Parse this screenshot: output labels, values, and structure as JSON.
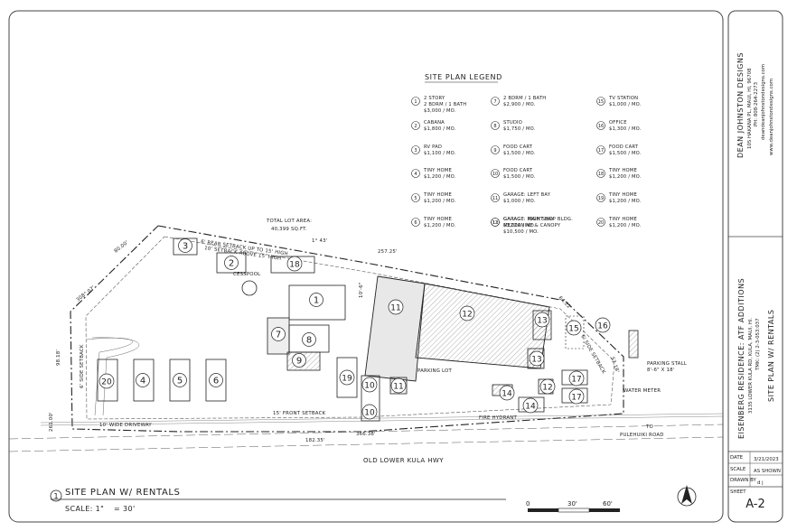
{
  "legend": {
    "title": "SITE PLAN LEGEND",
    "items": [
      {
        "num": "1",
        "lines": [
          "2 STORY",
          "2 BDRM / 1 BATH",
          "$3,000 / MO."
        ]
      },
      {
        "num": "2",
        "lines": [
          "CABANA",
          "$1,800 / MO."
        ]
      },
      {
        "num": "3",
        "lines": [
          "RV PAD",
          "$1,100 / MO."
        ]
      },
      {
        "num": "4",
        "lines": [
          "TINY HOME",
          "$1,200 / MO."
        ]
      },
      {
        "num": "5",
        "lines": [
          "TINY HOME",
          "$1,200 / MO."
        ]
      },
      {
        "num": "6",
        "lines": [
          "TINY HOME",
          "$1,200 / MO."
        ]
      },
      {
        "num": "7",
        "lines": [
          "2 BDRM / 1 BATH",
          "$2,900 / MO."
        ]
      },
      {
        "num": "8",
        "lines": [
          "STUDIO",
          "$1,750 / MO."
        ]
      },
      {
        "num": "9",
        "lines": [
          "FOOD CART",
          "$1,500 / MO."
        ]
      },
      {
        "num": "10",
        "lines": [
          "FOOD CART",
          "$1,500 / MO."
        ]
      },
      {
        "num": "11",
        "lines": [
          "GARAGE: LEFT BAY",
          "$1,000 / MO."
        ]
      },
      {
        "num": "12",
        "lines": [
          "GARAGE: MAIN SHOP BLDG.",
          "MEZZANINE & CANOPY",
          "$10,500 / MO."
        ]
      },
      {
        "num": "13",
        "lines": [
          "GARAGE: RIGHT BAY",
          "$3,000 / MO."
        ]
      },
      {
        "num": "15",
        "lines": [
          "TV STATION",
          "$1,000 / MO."
        ]
      },
      {
        "num": "16",
        "lines": [
          "OFFICE",
          "$1,300 / MO."
        ]
      },
      {
        "num": "17",
        "lines": [
          "FOOD CART",
          "$1,500 / MO."
        ]
      },
      {
        "num": "18",
        "lines": [
          "TINY HOME",
          "$1,200 / MO."
        ]
      },
      {
        "num": "19",
        "lines": [
          "TINY HOME",
          "$1,200 / MO."
        ]
      },
      {
        "num": "20",
        "lines": [
          "TINY HOME",
          "$1,200 / MO."
        ]
      }
    ]
  },
  "plan": {
    "total_lot_area_label": "TOTAL LOT AREA:",
    "total_lot_area_value": "40,399 SQ.FT.",
    "rear_setback_note_1": "6' REAR SETBACK UP TO 15' HIGH",
    "rear_setback_note_2": "10' SETBACK ABOVE 15' HIGH",
    "side_setback": "6' SIDE SETBACK",
    "side_setback_right": "6' SIDE SETBACK",
    "front_setback": "15' FRONT SETBACK",
    "cesspool": "CESSPOOL",
    "parking_lot": "PARKING LOT",
    "fire_hydrant": "FIRE HYDRANT",
    "parking_stall": "PARKING STALL",
    "parking_stall_size": "8'-6\" X 18'",
    "water_meter": "WATER METER",
    "driveway": "10' WIDE DRIVEWAY",
    "road": "OLD LOWER KULA HWY",
    "to_road_1": "TO",
    "to_road_2": "PULEHUIKI ROAD",
    "dims": {
      "d1": "1° 43'",
      "d2": "257.25'",
      "d3": "80.00'",
      "d4": "308° 07'",
      "d5": "10'-6\"",
      "d6": "64.22'",
      "d7": "52.18'",
      "d8": "98.18'",
      "d9": "261.00'",
      "d10": "366.38'",
      "d11": "182.35'"
    },
    "bubbles": [
      "1",
      "2",
      "3",
      "4",
      "5",
      "6",
      "7",
      "8",
      "9",
      "10",
      "10",
      "11",
      "11",
      "12",
      "13",
      "13",
      "14",
      "14",
      "12",
      "15",
      "16",
      "17",
      "17",
      "18",
      "19",
      "20"
    ]
  },
  "title": {
    "view_num": "1",
    "view_title": "SITE PLAN W/ RENTALS",
    "scale_label": "SCALE: 1\"",
    "scale_value": "= 30'",
    "scale_ticks": [
      "0",
      "30'",
      "60'"
    ]
  },
  "title_block": {
    "firm": "DEAN JOHNSTON DESIGNS",
    "firm_addr": "105 HAKANA PL, MAUI, HI, 96708",
    "firm_phone": "PH: 808-264-2273",
    "firm_email": "deandeanjohnstondesigns.com",
    "firm_web": "www.deanjohnstondesigns.com",
    "project": "EISENBERG RESIDENCE: ATF ADDITIONS",
    "project_addr": "3135 LOWER KULA RD, KULA, MAUI, HI.",
    "tmk": "TMK: (2) 2-3-053:037",
    "sheet_title": "SITE PLAN W/ RENTALS",
    "date_label": "DATE",
    "date": "3/21/2023",
    "scale_label": "SCALE",
    "scale": "AS SHOWN",
    "drawn_label": "DRAWN BY",
    "drawn": "d j",
    "sheet_label": "SHEET",
    "sheet": "A-2"
  }
}
